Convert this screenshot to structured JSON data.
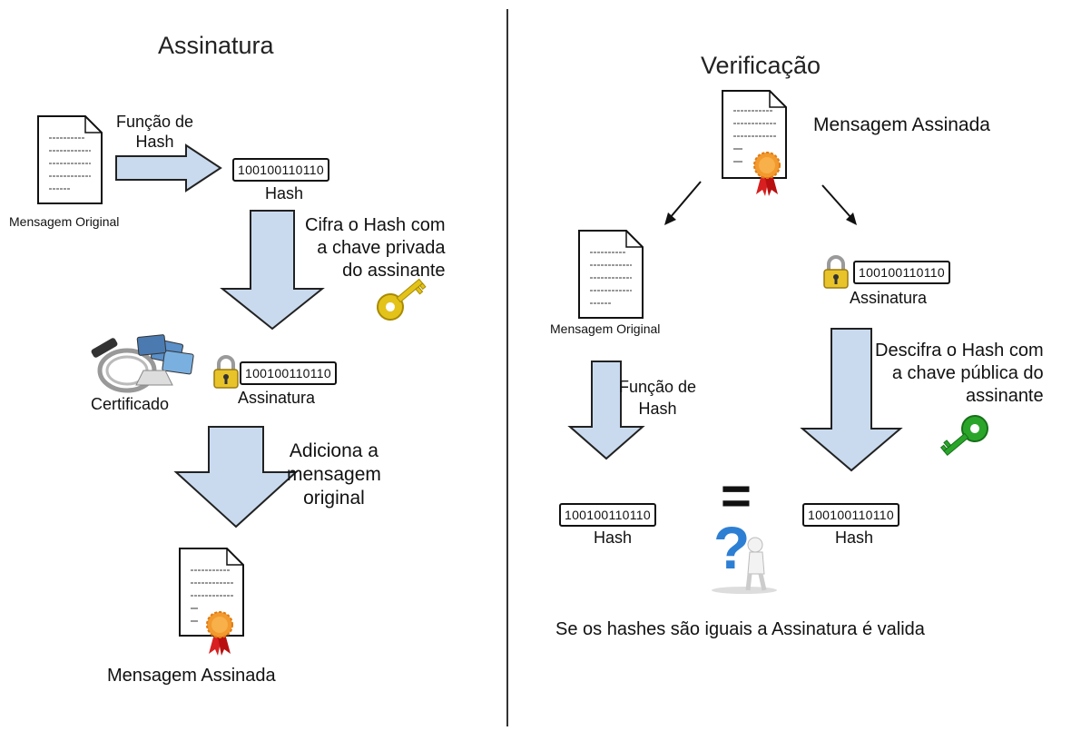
{
  "left": {
    "title": "Assinatura",
    "hash_function": [
      "Função de",
      "Hash"
    ],
    "hash_value": "100100110110",
    "hash_label": "Hash",
    "original_message": "Mensagem Original",
    "encrypt_text": [
      "Cifra o Hash com",
      "a chave privada",
      "do assinante"
    ],
    "certificate": "Certificado",
    "signature_value": "100100110110",
    "signature_label": "Assinatura",
    "append_text": [
      "Adiciona a",
      "mensagem",
      "original"
    ],
    "signed_message": "Mensagem Assinada",
    "key_color": "#e3c21a"
  },
  "right": {
    "title": "Verificação",
    "signed_message": "Mensagem Assinada",
    "original_message": "Mensagem Original",
    "signature_value": "100100110110",
    "signature_label": "Assinatura",
    "hash_function": [
      "Função de",
      "Hash"
    ],
    "decrypt_text": [
      "Descifra o Hash com",
      "a chave pública do",
      "assinante"
    ],
    "hash_left_value": "100100110110",
    "hash_left_label": "Hash",
    "hash_right_value": "100100110110",
    "hash_right_label": "Hash",
    "equals_symbol": "=",
    "question_symbol": "?",
    "conclusion": "Se os hashes são iguais a Assinatura é valida",
    "key_color": "#2aa52a"
  },
  "arrow_color": "#c9daee"
}
